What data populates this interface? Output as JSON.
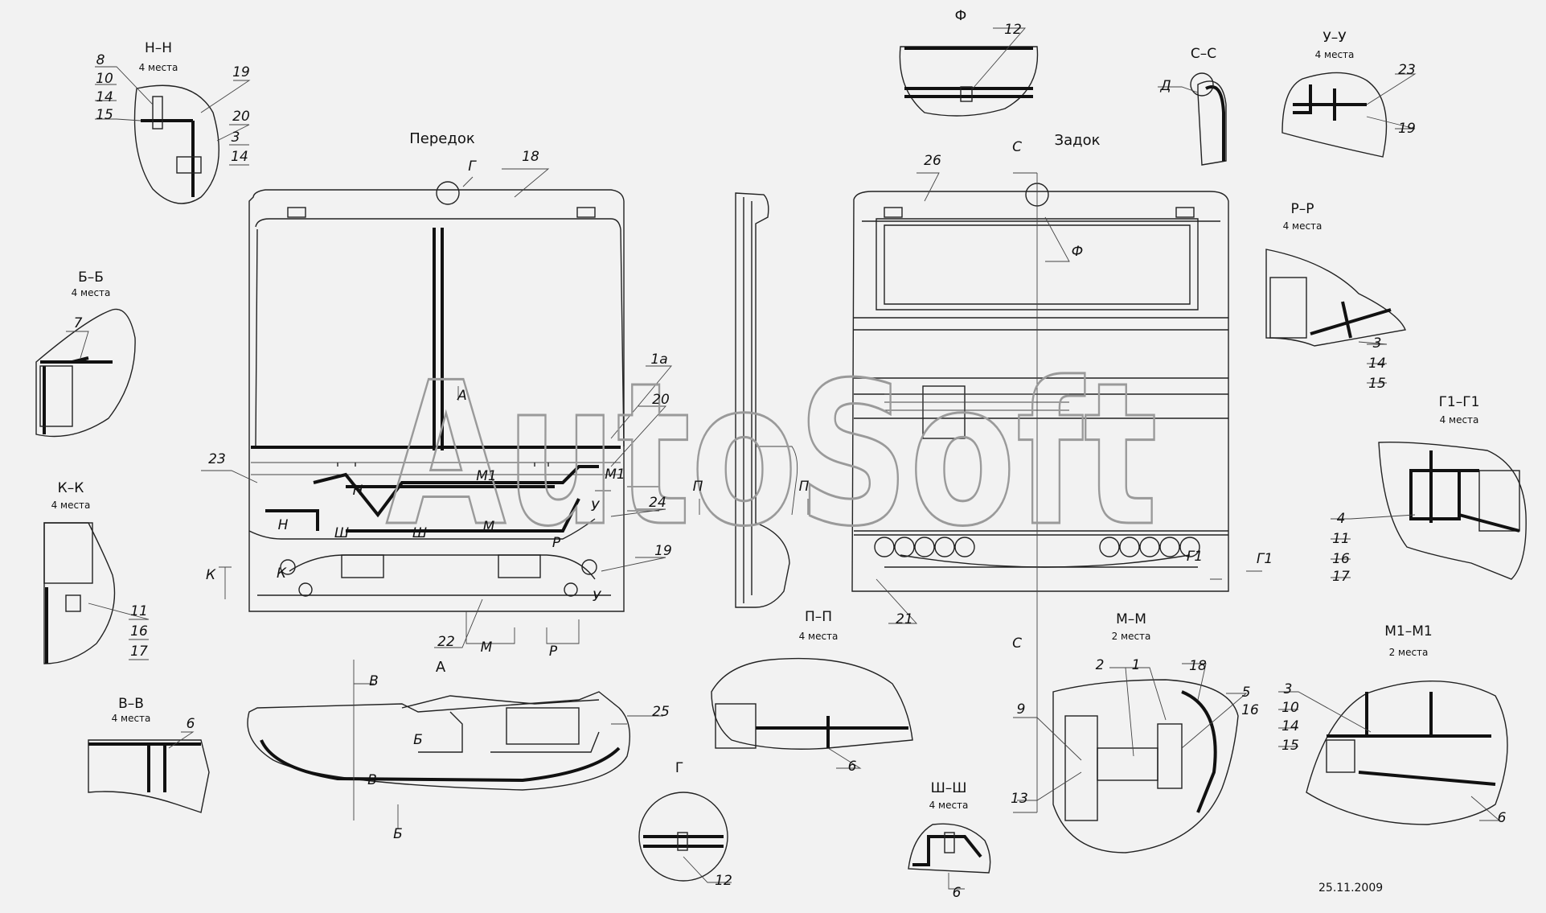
{
  "titles": {
    "front": "Передок",
    "rear": "Задок",
    "view_a": "А",
    "date": "25.11.2009"
  },
  "sections": {
    "nn": {
      "title": "Н–Н",
      "sub": "4 места"
    },
    "bb": {
      "title": "Б–Б",
      "sub": "4 места"
    },
    "kk": {
      "title": "К–К",
      "sub": "4 места"
    },
    "vv": {
      "title": "В–В",
      "sub": "4 места"
    },
    "f": {
      "title": "Ф"
    },
    "ss": {
      "title": "С–С"
    },
    "uu": {
      "title": "У–У",
      "sub": "4 места"
    },
    "rr": {
      "title": "Р–Р",
      "sub": "4 места"
    },
    "g1": {
      "title": "Г1–Г1",
      "sub": "4 места"
    },
    "pp": {
      "title": "П–П",
      "sub": "4 места"
    },
    "mm": {
      "title": "М–М",
      "sub": "2 места"
    },
    "m1": {
      "title": "М1–М1",
      "sub": "2 места"
    },
    "shsh": {
      "title": "Ш–Ш",
      "sub": "4 места"
    },
    "g": {
      "title": "Г"
    }
  },
  "callouts": {
    "nn": [
      "8",
      "10",
      "14",
      "15",
      "19",
      "20",
      "3",
      "14"
    ],
    "bb": [
      "7"
    ],
    "kk": [
      "11",
      "16",
      "17"
    ],
    "vv": [
      "6"
    ],
    "f": [
      "12"
    ],
    "ss": [
      "Д"
    ],
    "uu": [
      "23",
      "19"
    ],
    "rr": [
      "3",
      "14",
      "15"
    ],
    "g1": [
      "4",
      "11",
      "16",
      "17"
    ],
    "pp": [
      "6"
    ],
    "mm": [
      "2",
      "1",
      "18",
      "5",
      "16",
      "9",
      "13"
    ],
    "m1": [
      "3",
      "10",
      "14",
      "15",
      "6"
    ],
    "shsh": [
      "6"
    ],
    "g": [
      "12"
    ],
    "front": [
      "18",
      "Г",
      "1а",
      "20",
      "23",
      "24",
      "19",
      "22",
      "А",
      "Н",
      "Н",
      "М1",
      "М1",
      "М",
      "Ш",
      "Ш",
      "У",
      "У",
      "Р",
      "К",
      "К",
      "М",
      "Р"
    ],
    "side": [
      "П",
      "П"
    ],
    "rear": [
      "26",
      "Ф",
      "С",
      "С",
      "21",
      "Г1",
      "Г1"
    ],
    "view_a": [
      "В",
      "Б",
      "Б",
      "В",
      "25"
    ]
  },
  "watermark": "AutoSoft"
}
